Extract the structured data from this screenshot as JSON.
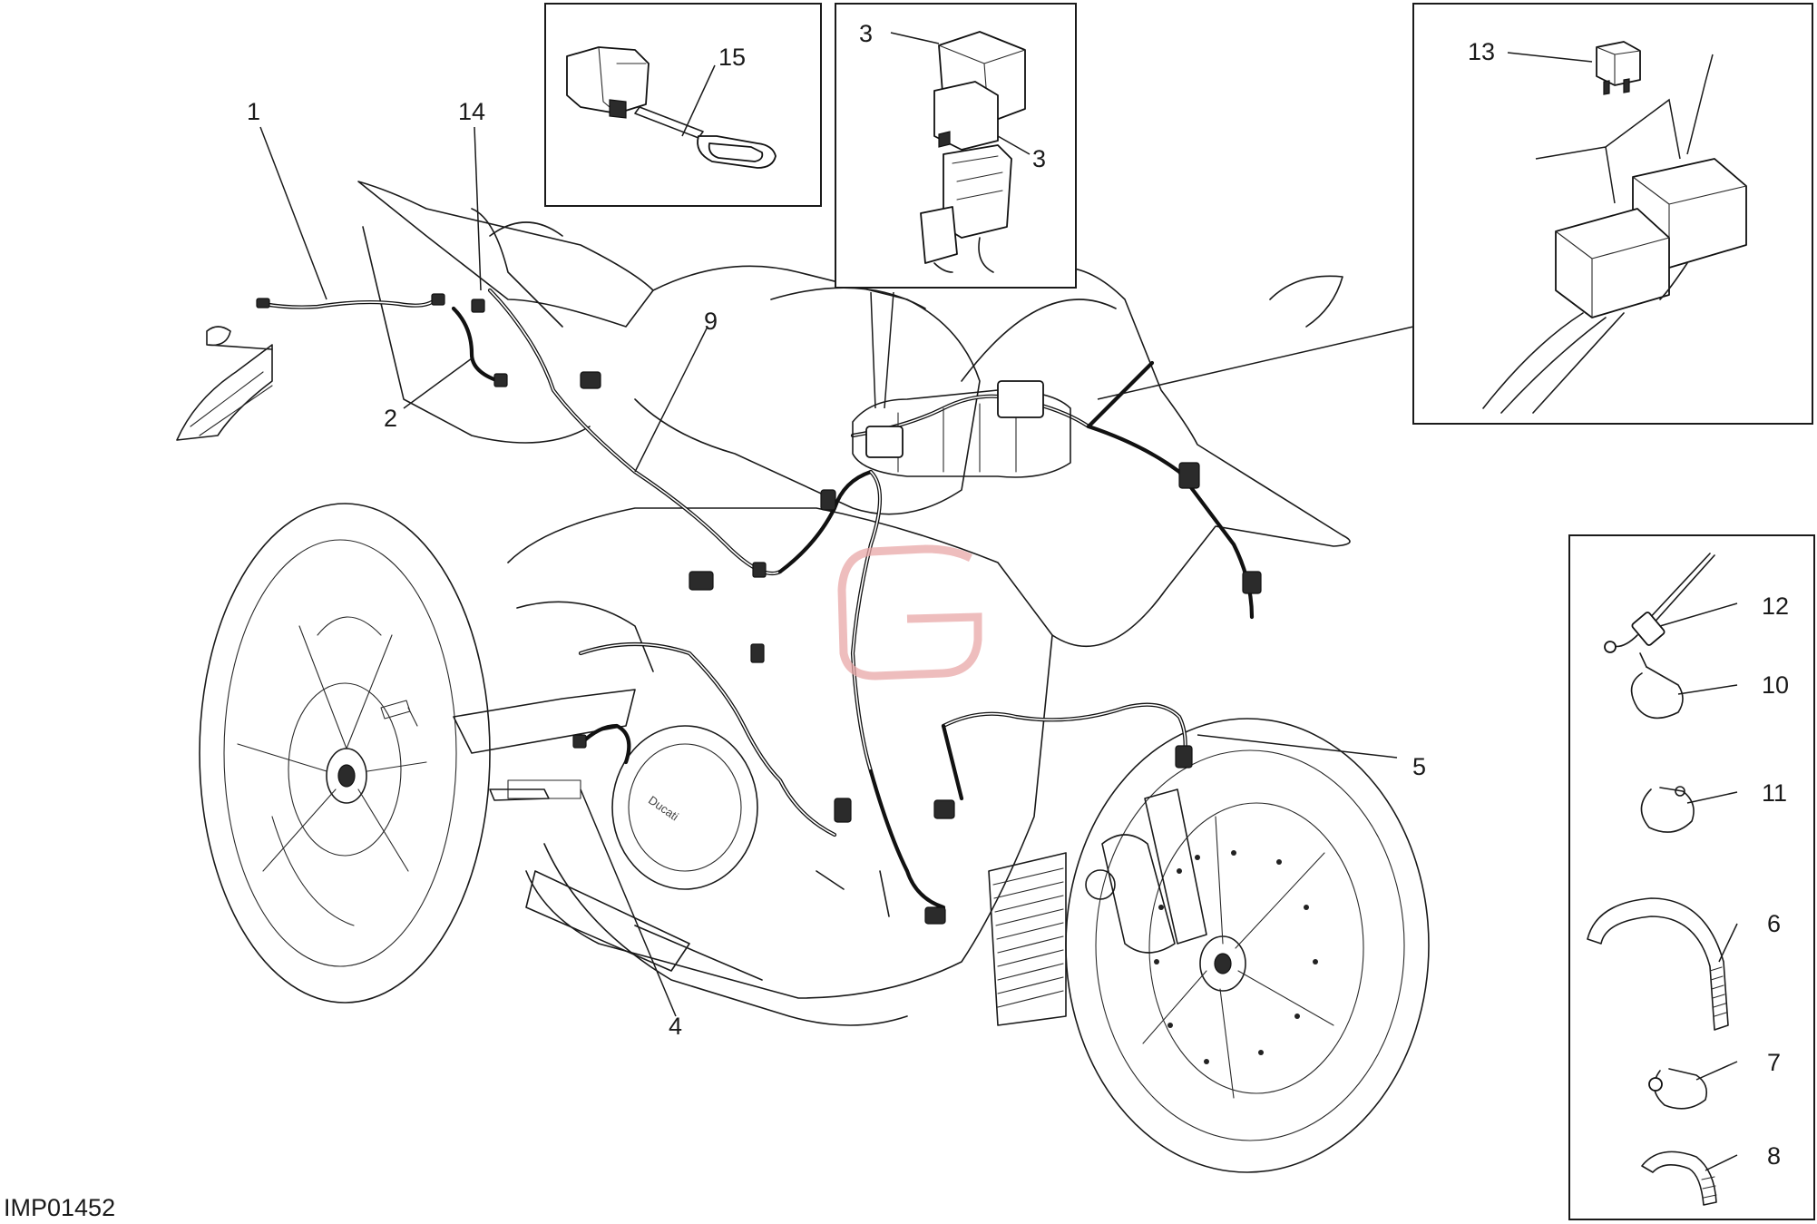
{
  "drawing_code": "IMP01452",
  "brand_mark": "Ducati",
  "watermark": "G",
  "callouts": [
    {
      "id": "c1",
      "label": "1"
    },
    {
      "id": "c14",
      "label": "14"
    },
    {
      "id": "c2",
      "label": "2"
    },
    {
      "id": "c9",
      "label": "9"
    },
    {
      "id": "c15",
      "label": "15"
    },
    {
      "id": "c3a",
      "label": "3"
    },
    {
      "id": "c3b",
      "label": "3"
    },
    {
      "id": "c13",
      "label": "13"
    },
    {
      "id": "c4",
      "label": "4"
    },
    {
      "id": "c5",
      "label": "5"
    },
    {
      "id": "c12",
      "label": "12"
    },
    {
      "id": "c10",
      "label": "10"
    },
    {
      "id": "c11",
      "label": "11"
    },
    {
      "id": "c6",
      "label": "6"
    },
    {
      "id": "c7",
      "label": "7"
    },
    {
      "id": "c8",
      "label": "8"
    }
  ],
  "colors": {
    "line": "#1a1a1a",
    "watermark": "#e8a7a7",
    "background": "#ffffff"
  }
}
